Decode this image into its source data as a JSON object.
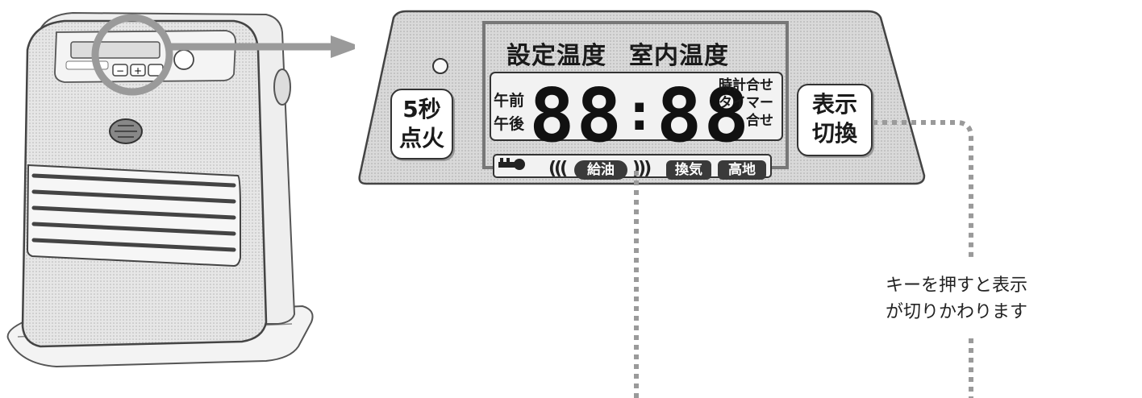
{
  "panel": {
    "header_set_temp": "設定温度",
    "header_room_temp": "室内温度",
    "am": "午前",
    "pm": "午後",
    "digits_left": "88",
    "colon": ":",
    "digits_right": "88",
    "right_label_1": "時計合せ",
    "right_label_2": "タイマー",
    "right_label_3": "合せ",
    "ripple_left": "(((",
    "ripple_right": ")))",
    "badge_refuel": "給油",
    "badge_ventilation": "換気",
    "badge_altitude": "高地"
  },
  "buttons": {
    "ignite_line1": "5秒",
    "ignite_line2": "点火",
    "display_line1": "表示",
    "display_line2": "切換"
  },
  "caption": {
    "line1": "キーを押すと表示",
    "line2": "が切りかわります"
  }
}
